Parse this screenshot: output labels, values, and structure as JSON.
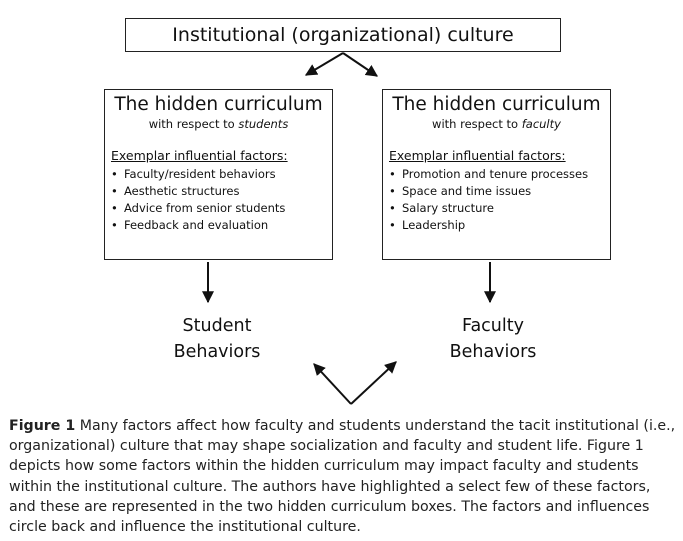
{
  "top_box": {
    "label": "Institutional (organizational) culture"
  },
  "left_box": {
    "title": "The hidden curriculum",
    "subtitle_prefix": "with respect to",
    "subtitle_emph": "students",
    "factors_heading": "Exemplar influential factors:",
    "factors": [
      "Faculty/resident behaviors",
      "Aesthetic structures",
      "Advice from senior students",
      "Feedback and evaluation"
    ]
  },
  "right_box": {
    "title": "The hidden curriculum",
    "subtitle_prefix": "with respect to",
    "subtitle_emph": "faculty",
    "factors_heading": "Exemplar influential factors:",
    "factors": [
      "Promotion and tenure processes",
      "Space and time issues",
      "Salary structure",
      "Leadership"
    ]
  },
  "outcomes": {
    "student": [
      "Student",
      "Behaviors"
    ],
    "faculty": [
      "Faculty",
      "Behaviors"
    ]
  },
  "caption": {
    "label": "Figure 1",
    "text": "Many factors affect how faculty and students understand the tacit institutional (i.e., organizational) culture that may shape socialization and faculty and student life. Figure 1 depicts how some factors within the hidden curriculum may impact faculty and students within the institutional culture. The authors have highlighted a select few of these factors, and these are represented in the two hidden curriculum boxes. The factors and influences circle back and influence the institutional culture."
  }
}
